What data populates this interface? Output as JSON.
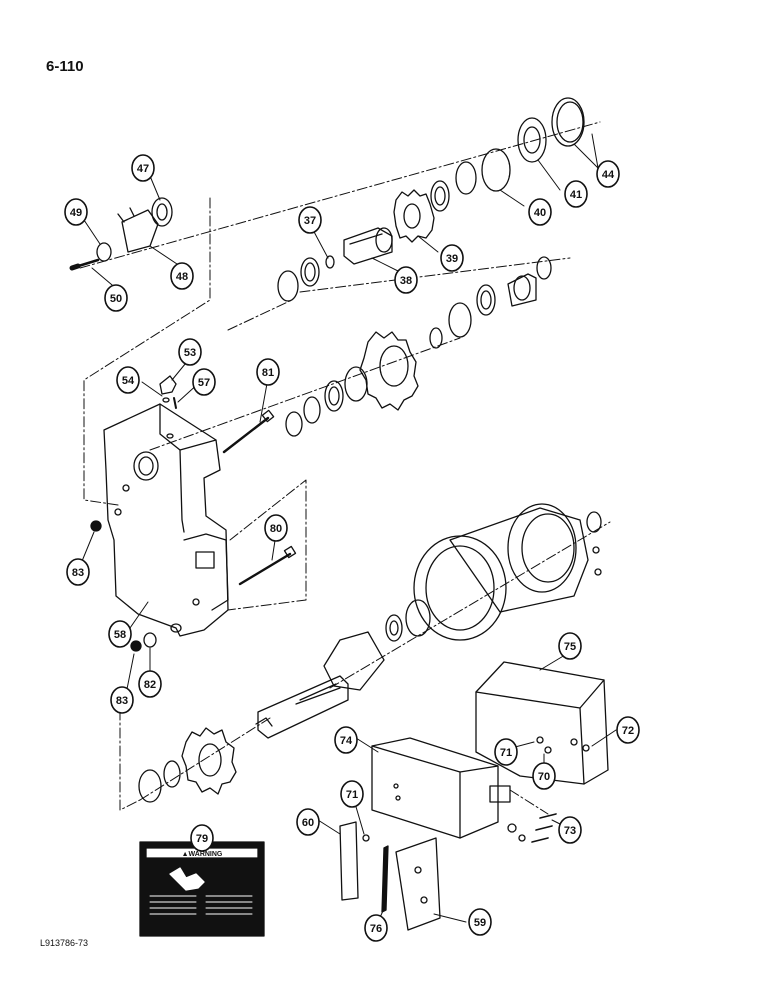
{
  "page": {
    "number": "6-110",
    "figure_code": "L913786-73"
  },
  "callouts": [
    {
      "id": "c47",
      "label": "47"
    },
    {
      "id": "c49",
      "label": "49"
    },
    {
      "id": "c48",
      "label": "48"
    },
    {
      "id": "c50",
      "label": "50"
    },
    {
      "id": "c37",
      "label": "37"
    },
    {
      "id": "c38",
      "label": "38"
    },
    {
      "id": "c39",
      "label": "39"
    },
    {
      "id": "c40",
      "label": "40"
    },
    {
      "id": "c41",
      "label": "41"
    },
    {
      "id": "c44",
      "label": "44"
    },
    {
      "id": "c53",
      "label": "53"
    },
    {
      "id": "c54",
      "label": "54"
    },
    {
      "id": "c57",
      "label": "57"
    },
    {
      "id": "c81",
      "label": "81"
    },
    {
      "id": "c80",
      "label": "80"
    },
    {
      "id": "c83a",
      "label": "83"
    },
    {
      "id": "c58",
      "label": "58"
    },
    {
      "id": "c82",
      "label": "82"
    },
    {
      "id": "c83b",
      "label": "83"
    },
    {
      "id": "c75",
      "label": "75"
    },
    {
      "id": "c72",
      "label": "72"
    },
    {
      "id": "c71a",
      "label": "71"
    },
    {
      "id": "c70",
      "label": "70"
    },
    {
      "id": "c74",
      "label": "74"
    },
    {
      "id": "c73",
      "label": "73"
    },
    {
      "id": "c71b",
      "label": "71"
    },
    {
      "id": "c60",
      "label": "60"
    },
    {
      "id": "c79",
      "label": "79"
    },
    {
      "id": "c76",
      "label": "76"
    },
    {
      "id": "c59",
      "label": "59"
    }
  ],
  "warning_decal": {
    "header": "▲WARNING"
  }
}
